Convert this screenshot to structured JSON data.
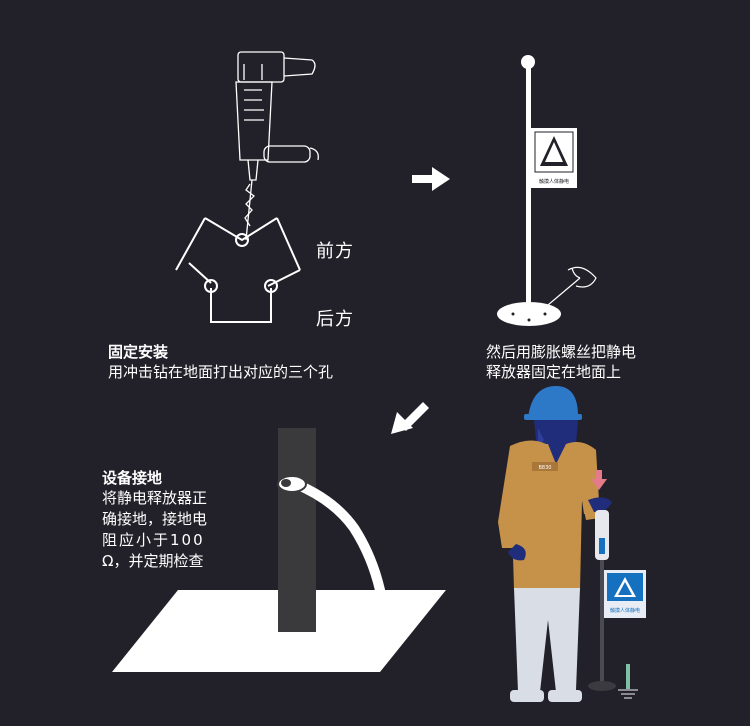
{
  "step1": {
    "title": "固定安装",
    "desc": "用冲击钻在地面打出对应的三个孔",
    "front_label": "前方",
    "back_label": "后方"
  },
  "step2": {
    "desc_line1": "然后用膨胀螺丝把静电",
    "desc_line2": "释放器固定在地面上",
    "sign_text": "触摸人体静电"
  },
  "step3": {
    "title": "设备接地",
    "desc_line1": "将静电释放器正",
    "desc_line2": "确接地，接地电",
    "desc_line3": "阻应小于100",
    "desc_line4": "Ω，并定期检查"
  },
  "step4": {
    "badge_text": "B830",
    "sign_text": "触摸人体静电"
  },
  "colors": {
    "background": "#222028",
    "worker_shirt": "#c69249",
    "helmet": "#2e78c8",
    "skin": "#1f2d7a",
    "sign_blue": "#1670c0",
    "arrow_pink": "#e57a8a"
  },
  "icons": [
    "impact-drill-icon",
    "arrow-right-icon",
    "arrow-down-left-icon",
    "static-sign-icon",
    "ground-icon"
  ]
}
